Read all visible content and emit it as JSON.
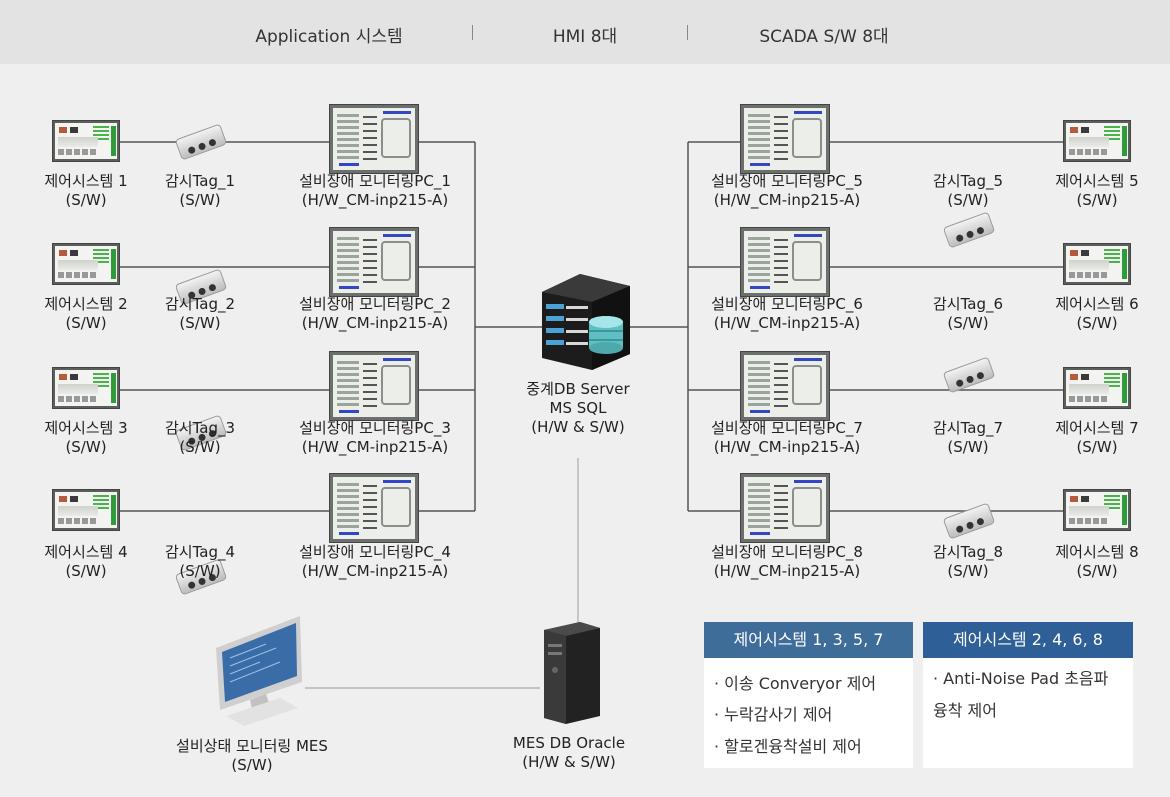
{
  "header": {
    "items": [
      "Application 시스템",
      "HMI 8대",
      "SCADA S/W 8대"
    ]
  },
  "left_rows": [
    {
      "ctrl": [
        "제어시스템 1",
        "(S/W)"
      ],
      "tag": [
        "감시Tag_1",
        "(S/W)"
      ],
      "pc": [
        "설비장애 모니터링PC_1",
        "(H/W_CM-inp215-A)"
      ]
    },
    {
      "ctrl": [
        "제어시스템 2",
        "(S/W)"
      ],
      "tag": [
        "감시Tag_2",
        "(S/W)"
      ],
      "pc": [
        "설비장애 모니터링PC_2",
        "(H/W_CM-inp215-A)"
      ]
    },
    {
      "ctrl": [
        "제어시스템 3",
        "(S/W)"
      ],
      "tag": [
        "감시Tag_3",
        "(S/W)"
      ],
      "pc": [
        "설비장애 모니터링PC_3",
        "(H/W_CM-inp215-A)"
      ]
    },
    {
      "ctrl": [
        "제어시스템 4",
        "(S/W)"
      ],
      "tag": [
        "감시Tag_4",
        "(S/W)"
      ],
      "pc": [
        "설비장애 모니터링PC_4",
        "(H/W_CM-inp215-A)"
      ]
    }
  ],
  "right_rows": [
    {
      "pc": [
        "설비장애 모니터링PC_5",
        "(H/W_CM-inp215-A)"
      ],
      "tag": [
        "감시Tag_5",
        "(S/W)"
      ],
      "ctrl": [
        "제어시스템 5",
        "(S/W)"
      ]
    },
    {
      "pc": [
        "설비장애 모니터링PC_6",
        "(H/W_CM-inp215-A)"
      ],
      "tag": [
        "감시Tag_6",
        "(S/W)"
      ],
      "ctrl": [
        "제어시스템 6",
        "(S/W)"
      ]
    },
    {
      "pc": [
        "설비장애 모니터링PC_7",
        "(H/W_CM-inp215-A)"
      ],
      "tag": [
        "감시Tag_7",
        "(S/W)"
      ],
      "ctrl": [
        "제어시스템 7",
        "(S/W)"
      ]
    },
    {
      "pc": [
        "설비장애 모니터링PC_8",
        "(H/W_CM-inp215-A)"
      ],
      "tag": [
        "감시Tag_8",
        "(S/W)"
      ],
      "ctrl": [
        "제어시스템 8",
        "(S/W)"
      ]
    }
  ],
  "db_server": [
    "중계DB Server",
    "MS SQL",
    "(H/W & S/W)"
  ],
  "mes_db": [
    "MES DB Oracle",
    "(H/W & S/W)"
  ],
  "mes_monitor": [
    "설비상태 모니터링 MES",
    "(S/W)"
  ],
  "legend": [
    {
      "title": "제어시스템 1, 3, 5, 7",
      "color": "#3f6d99",
      "items": [
        "· 이송 Converyor 제어",
        "· 누락감사기 제어",
        "· 할로겐융착설비 제어"
      ]
    },
    {
      "title": "제어시스템 2, 4, 6, 8",
      "color": "#2e5f97",
      "items": [
        "· Anti-Noise Pad 초음파 융착 제어"
      ]
    }
  ],
  "colors": {
    "line": "#555555",
    "mes_line": "#aaaaaa",
    "db_accent": "#6cc5c8"
  }
}
